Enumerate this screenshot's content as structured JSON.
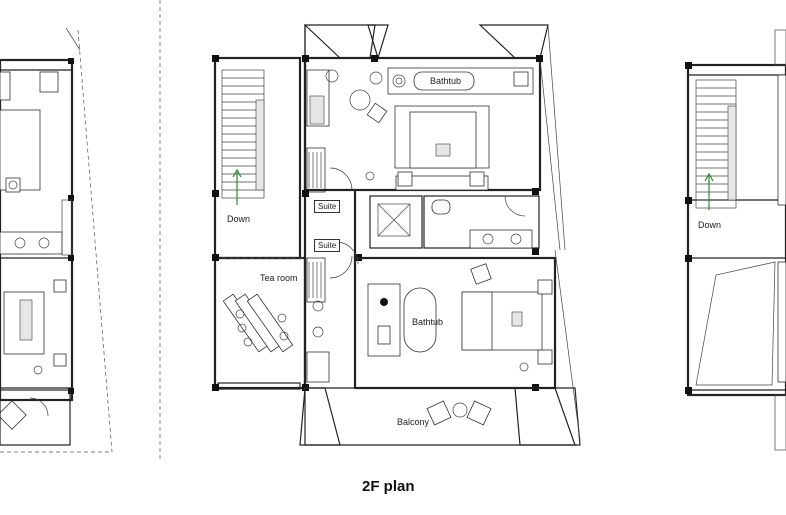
{
  "plan": {
    "title": "2F plan",
    "labels": {
      "bathtub_top": "Bathtub",
      "bathtub_mid": "Bathtub",
      "suite_upper": "Suite",
      "suite_lower": "Suite",
      "tea_room": "Tea room",
      "balcony": "Balcony",
      "down_center": "Down",
      "down_right": "Down"
    },
    "colors": {
      "walls": "#222222",
      "arrow": "#2e8b2e"
    }
  }
}
